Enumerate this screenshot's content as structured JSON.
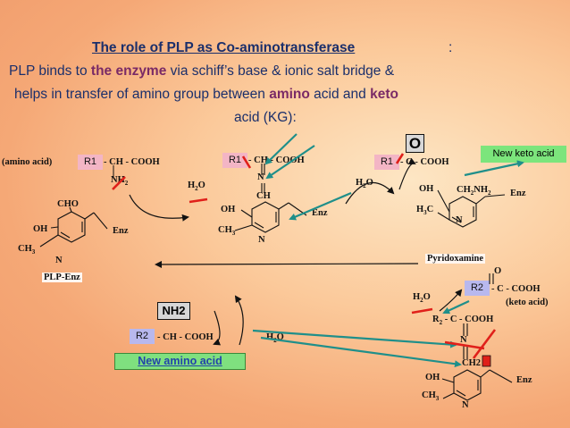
{
  "title": {
    "main": "The  role of PLP as Co-aminotransferase",
    "colon": " :",
    "line2a": "PLP binds to ",
    "line2b": "the enzyme",
    "line2c": " via schiff’s base & ionic salt bridge  &",
    "line3a": "helps in transfer of amino group between ",
    "line3b": "amino",
    "line3c": " acid and ",
    "line3d": "keto",
    "line4": "acid (KG):"
  },
  "labels": {
    "amino_acid": "(amino acid)",
    "r1": "R1",
    "r2": "R2",
    "o_box": "O",
    "new_keto_acid": "New keto acid",
    "nh2_box": "NH2",
    "new_amino_acid": "New amino acid",
    "pyridoxamine": "Pyridoxamine",
    "keto_acid": "(keto acid)",
    "plp_enz": "PLP-Enz"
  },
  "chem": {
    "ch_cooh": "- CH - COOH",
    "c_cooh": "- C - COOH",
    "nh2": "NH",
    "sub2": "2",
    "sub3": "3",
    "h2o_h": "H",
    "h2o_o": "O",
    "cho": "CHO",
    "oh": "OH",
    "ch3_c": "CH",
    "enz": "Enz",
    "n": "N",
    "ch": "CH",
    "ch2nh2": "CH",
    "nh2_tail": "NH",
    "h3c": "H",
    "c_label": "C",
    "o_label": "O",
    "r2_ccooh": "R",
    "r2_tail": " - C - COOH",
    "ch_cut": "CH"
  },
  "colors": {
    "title_text": "#1b2f6b",
    "highlight_text": "#7a2a66",
    "arrow_teal": "#1f8f8a",
    "strike_red": "#e0201a",
    "r1_tag": "#f3b5c5",
    "r2_tag": "#b8b8ee",
    "new_label_green": "#7ce57c"
  }
}
